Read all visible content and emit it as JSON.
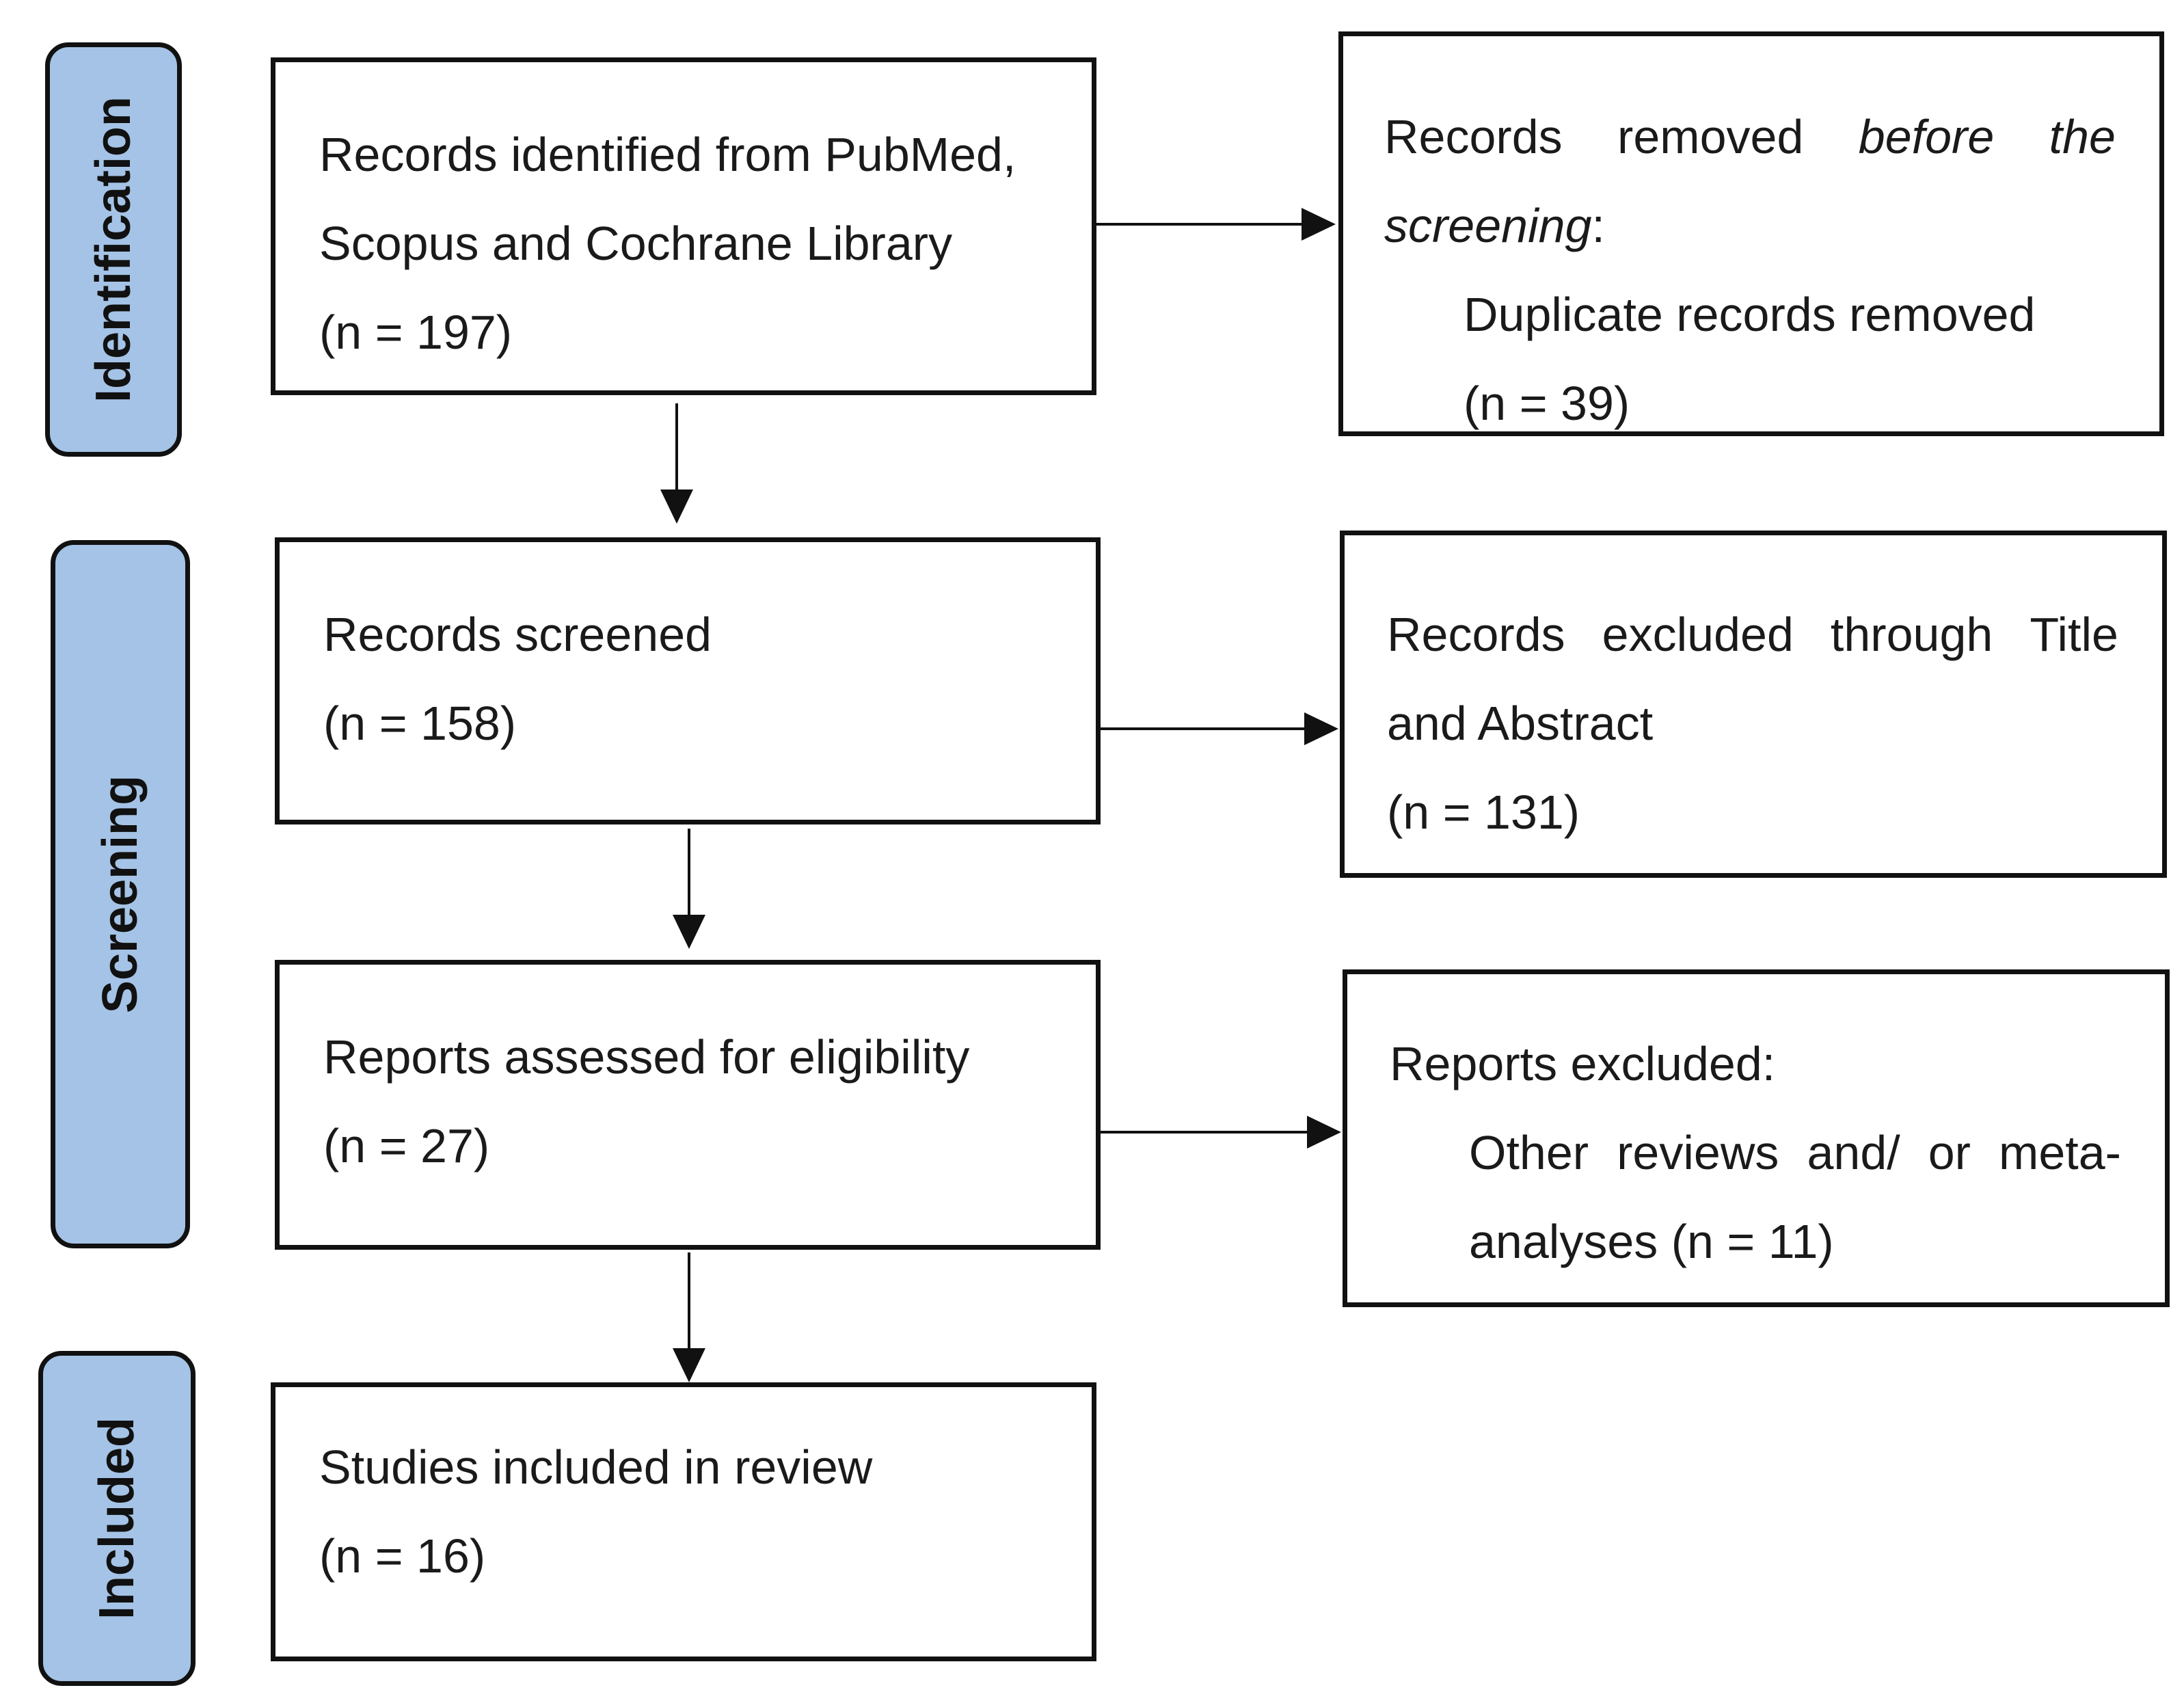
{
  "phases": {
    "identification": "Identification",
    "screening": "Screening",
    "included": "Included"
  },
  "boxes": {
    "identified": {
      "line1": "Records identified from PubMed,",
      "line2": "Scopus and Cochrane Library",
      "count": "(n = 197)"
    },
    "removed": {
      "w1": "Records",
      "w2": "removed",
      "w3": "before",
      "w4": "the",
      "w5": "screening",
      "colon": ":",
      "line3": "Duplicate records removed",
      "count": "(n = 39)"
    },
    "screened": {
      "line1": "Records screened",
      "count": "(n = 158)"
    },
    "excluded_title": {
      "w1": "Records",
      "w2": "excluded",
      "w3": "through",
      "w4": "Title",
      "line2": "and Abstract",
      "count": "(n = 131)"
    },
    "eligibility": {
      "line1": "Reports assessed for eligibility",
      "count": "(n = 27)"
    },
    "reports_excluded": {
      "line1": "Reports excluded:",
      "w1": "Other",
      "w2": "reviews",
      "w3": "and/",
      "w4": "or",
      "w5": "meta-",
      "line3": "analyses (n = 11)"
    },
    "included": {
      "line1": "Studies included in review",
      "count": "(n = 16)"
    }
  },
  "colors": {
    "phase_fill": "#a4c3e6",
    "stroke": "#111111"
  }
}
